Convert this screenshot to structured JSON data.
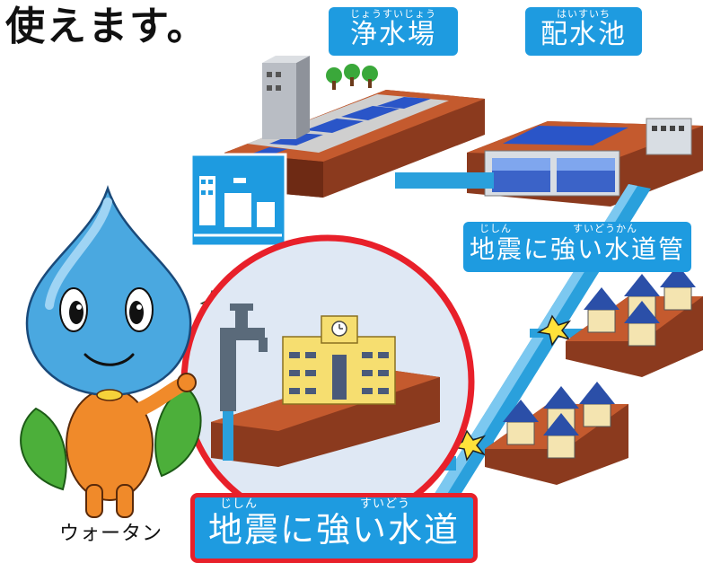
{
  "heading": "使えます。",
  "labels": {
    "josui": {
      "ruby": "じょうすいじょう",
      "main": "浄水場"
    },
    "haisui": {
      "ruby": "はいすいち",
      "main": "配水池"
    },
    "pipe": {
      "ruby_left": "じしん",
      "ruby_right": "すいどうかん",
      "main": "地震に強い水道管"
    },
    "school": {
      "ruby_left": "じしん",
      "ruby_right": "すいどう",
      "main": "地震に強い水道"
    }
  },
  "character_name": "ウォータン",
  "colors": {
    "label_blue": "#1e9be0",
    "ground_brown": "#8b3a1e",
    "pipe_blue": "#2aa0dc",
    "callout_red": "#e8202a",
    "house_roof": "#2b4fa8",
    "mascot_drop": "#4aa8e0",
    "mascot_body": "#f08a2a",
    "leaf_green": "#4caf3a"
  },
  "icons": [
    "water-tower-icon",
    "faucet-icon",
    "spark-icon",
    "clock-icon"
  ]
}
